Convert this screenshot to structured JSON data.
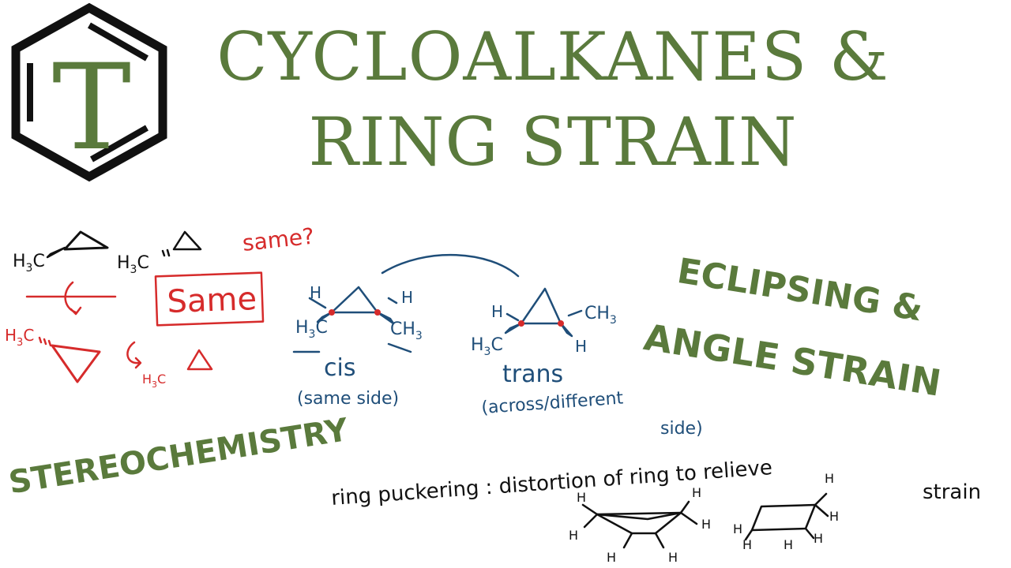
{
  "title": {
    "line1": "CYCLOALKANES &",
    "line2": "RING STRAIN"
  },
  "logo": {
    "letter": "T"
  },
  "labels": {
    "eclipsing": "ECLIPSING &",
    "angle": "ANGLE STRAIN",
    "stereo": "STEREOCHEMISTRY"
  },
  "red_notes": {
    "same_question": "same?",
    "same_box": "Same"
  },
  "blue_notes": {
    "cis": "cis",
    "cis_desc": "(same side)",
    "trans": "trans",
    "trans_desc_1": "(across/different",
    "trans_desc_2": "side)"
  },
  "black_notes": {
    "puckering": "ring puckering : distortion of ring to relieve",
    "strain": "strain"
  },
  "molecule_text": {
    "h3c": "H",
    "sub3": "3",
    "c": "C",
    "ch": "CH",
    "h": "H"
  },
  "colors": {
    "green": "#5a7a3c",
    "red": "#d62b2b",
    "blue": "#1f4e79",
    "black": "#111111"
  }
}
